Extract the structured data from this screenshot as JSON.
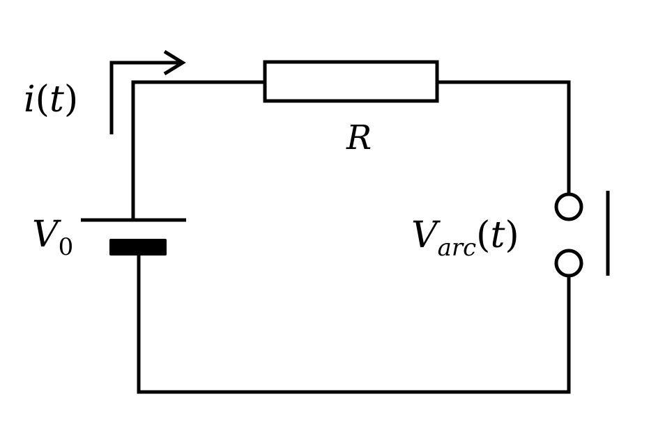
{
  "labels": {
    "current": {
      "main": "i",
      "open": "(",
      "arg": "t",
      "close": ")"
    },
    "resistor": "R",
    "source": {
      "main": "V",
      "sub": "0"
    },
    "arc": {
      "main": "V",
      "sub": "arc",
      "open": "(",
      "arg": "t",
      "close": ")"
    }
  },
  "colors": {
    "stroke": "#000000",
    "background": "#ffffff"
  }
}
